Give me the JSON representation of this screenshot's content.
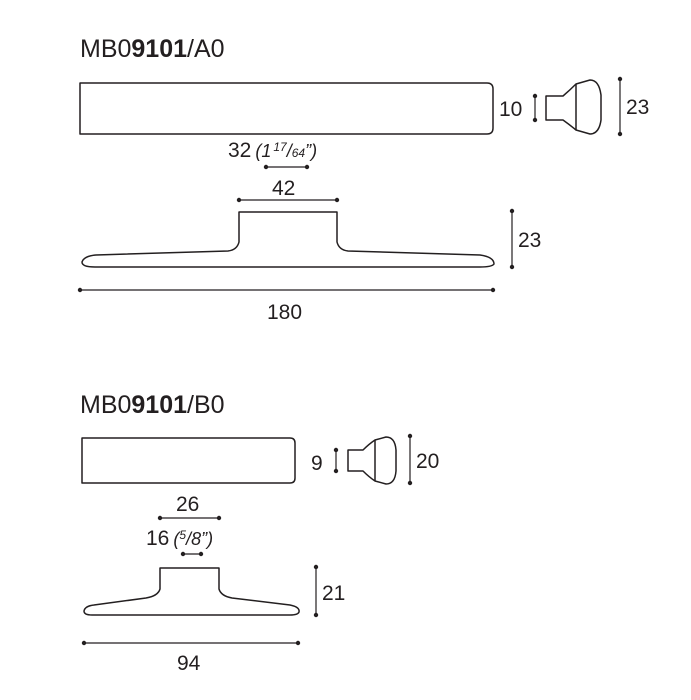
{
  "models": [
    {
      "code_prefix": "MB0",
      "code_number": "9101",
      "code_suffix": "/A0",
      "height_label": "10",
      "knob_height_label": "23",
      "hole_spacing_label": "32",
      "hole_spacing_imperial": {
        "whole": "1",
        "num": "17",
        "den": "64",
        "unit": "”"
      },
      "base_width_label": "42",
      "side_height_label": "23",
      "length_label": "180"
    },
    {
      "code_prefix": "MB0",
      "code_number": "9101",
      "code_suffix": "/B0",
      "height_label": "9",
      "knob_height_label": "20",
      "base_width_label": "26",
      "hole_spacing_label": "16",
      "hole_spacing_imperial": {
        "num": "5",
        "den": "8",
        "unit": "”"
      },
      "side_height_label": "21",
      "length_label": "94"
    }
  ]
}
